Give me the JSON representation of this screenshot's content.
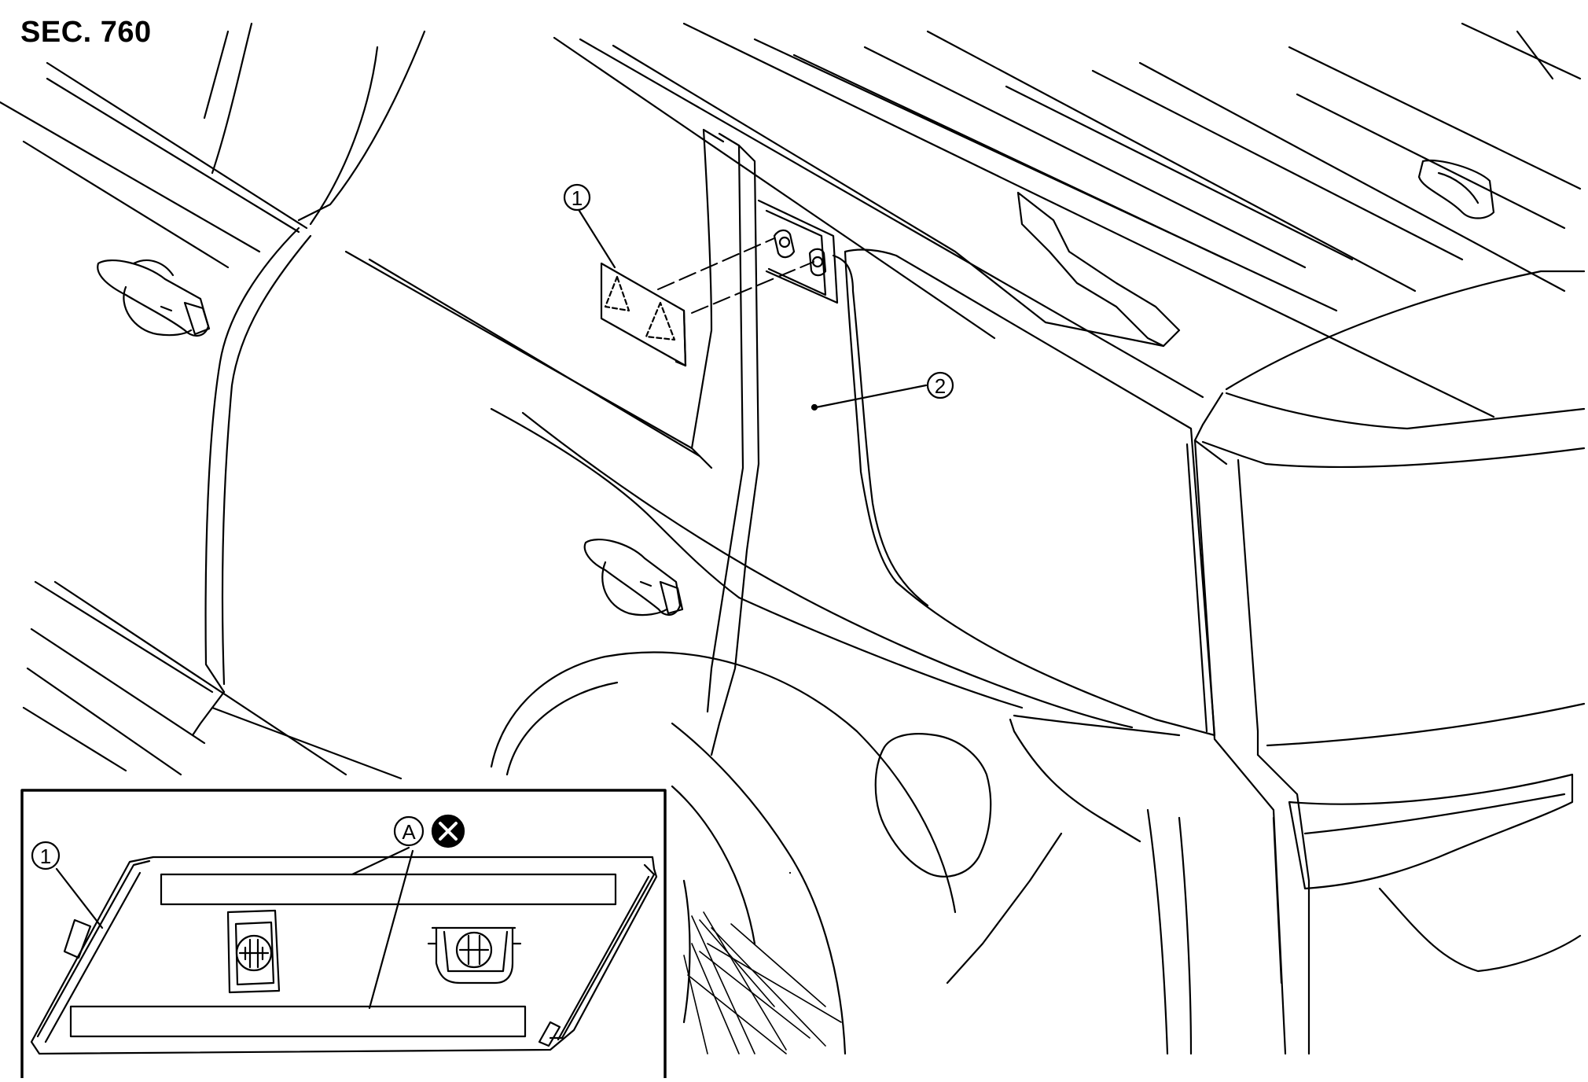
{
  "header": {
    "section_code": "SEC. 760"
  },
  "callouts": {
    "part_1": "1",
    "part_2": "2",
    "detail_part_1": "1",
    "detail_letter_a": "A"
  },
  "colors": {
    "line": "#000000",
    "background": "#ffffff"
  },
  "icons": {
    "caution": "triangle-outline-icon",
    "do_not_reuse": "circle-x-icon"
  }
}
